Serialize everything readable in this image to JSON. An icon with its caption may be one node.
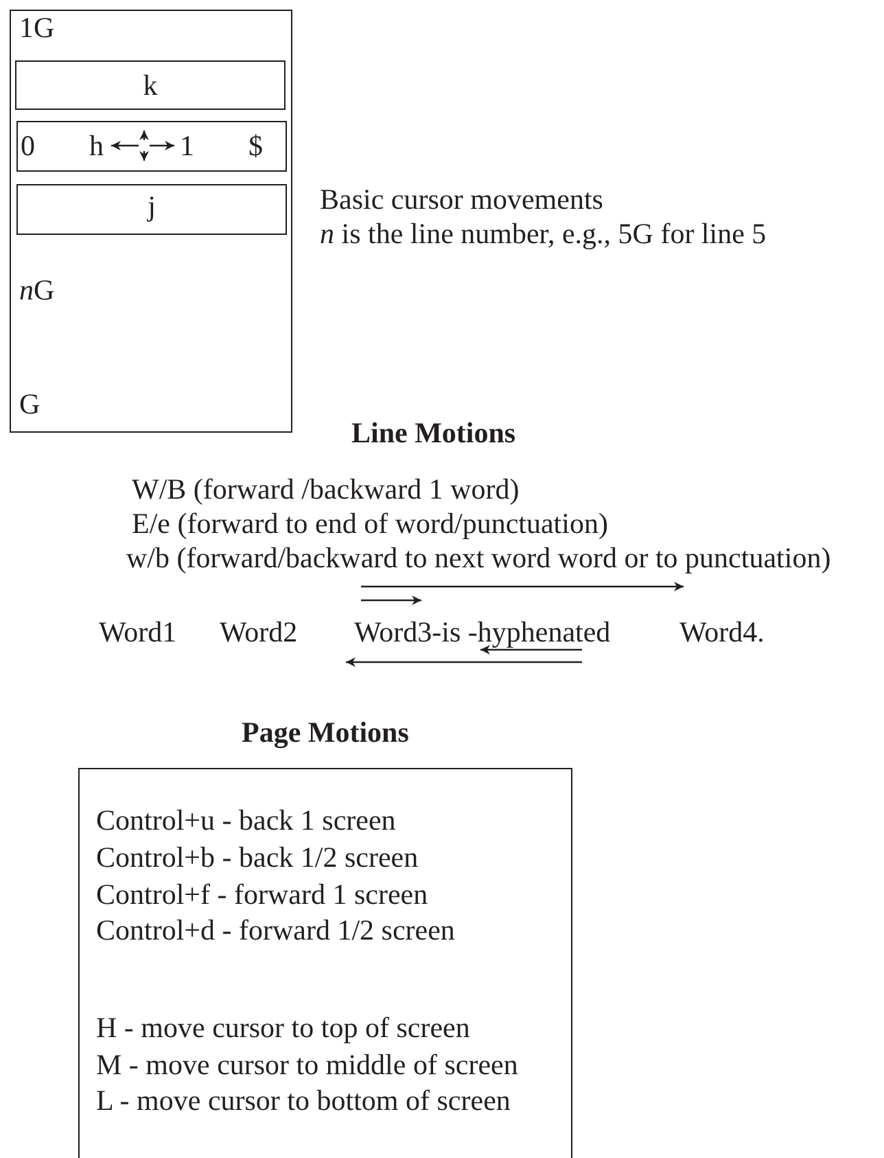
{
  "diagram": {
    "nodes": [
      {
        "text": [
          "1G",
          "nG",
          "G"
        ]
      },
      {
        "text": [
          "k"
        ],
        "in": 0
      },
      {
        "text": [
          "0",
          "h",
          "1",
          "$"
        ],
        "in": 0
      },
      {
        "text": [
          "j"
        ],
        "in": 0
      },
      {
        "text": [
          "Control+u - back 1 screen",
          "Control+b - back 1/2 screen",
          "Control+f - forward 1 screen",
          "Control+d - forward 1/2 screen",
          "H - move cursor to top of screen",
          "M - move cursor to middle of screen",
          "L - move cursor to bottom of screen"
        ],
        "beside": [
          "Page Motions"
        ]
      }
    ],
    "labels": [
      "Basic cursor movements",
      "*n* is the line number, e.g., 5G for line 5",
      "Line Motions",
      "W/B (forward /backward 1 word)",
      "E/e (forward to end of word/punctuation)",
      "w/b (forward/backward to next word  word or to punctuation)",
      "Word1",
      "Word2",
      "Word3-is -hyphenated",
      "Word4."
    ]
  }
}
